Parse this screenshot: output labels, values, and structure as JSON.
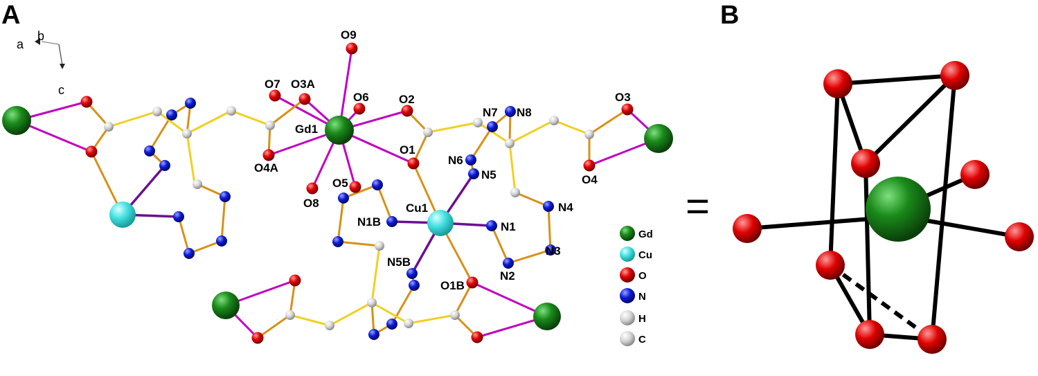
{
  "panels": {
    "a": "A",
    "b": "B"
  },
  "equals_sign": "=",
  "axes": {
    "a": "a",
    "b": "b",
    "c": "c"
  },
  "colors": {
    "Gd": "#1a8a1a",
    "Cu": "#40e0e0",
    "O": "#e00000",
    "N": "#0b1ad8",
    "H": "#e8e8e8",
    "C": "#cfcfcf",
    "bond_yellow": "#f0d020",
    "bond_orange": "#d89018",
    "bond_magenta": "#c000c0",
    "bond_purple": "#6a1090",
    "bond_black": "#000000"
  },
  "atom_labels": {
    "O9": "O9",
    "O7": "O7",
    "O3A": "O3A",
    "O6": "O6",
    "O2": "O2",
    "Gd1": "Gd1",
    "O4A": "O4A",
    "O1": "O1",
    "O5": "O5",
    "O8": "O8",
    "N7": "N7",
    "N8": "N8",
    "N6": "N6",
    "N5": "N5",
    "O3": "O3",
    "O4": "O4",
    "N1B": "N1B",
    "Cu1": "Cu1",
    "N1": "N1",
    "N4": "N4",
    "N3": "N3",
    "N2": "N2",
    "N5B": "N5B",
    "O1B": "O1B"
  },
  "legend": [
    {
      "element": "Gd",
      "label": "Gd"
    },
    {
      "element": "Cu",
      "label": "Cu"
    },
    {
      "element": "O",
      "label": "O"
    },
    {
      "element": "N",
      "label": "N"
    },
    {
      "element": "H",
      "label": "H"
    },
    {
      "element": "C",
      "label": "C"
    }
  ]
}
